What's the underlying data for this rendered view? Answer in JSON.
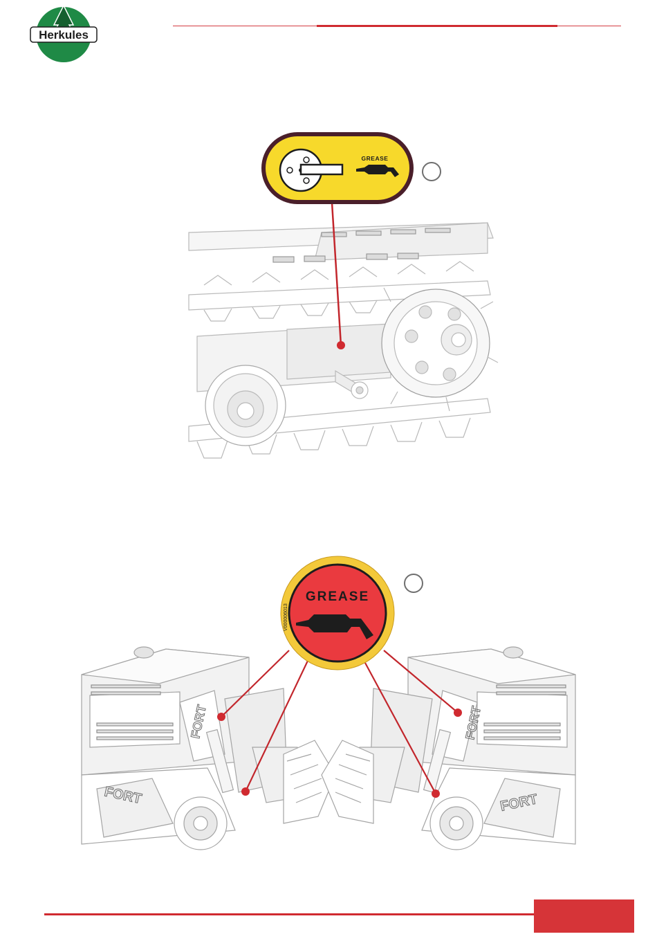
{
  "brand": {
    "logo_text": "Herkules",
    "green": "#1f8a46",
    "dark_green": "#155f2f",
    "accent_red": "#d02a30"
  },
  "top_label": {
    "text": "GREASE",
    "fill": "#f7d92b",
    "border": "#4a1f2a"
  },
  "bottom_label": {
    "text": "GREASE",
    "part_number": "V000006013",
    "fill": "#ea3a3f",
    "ring": "#f3c93a"
  },
  "footer": {
    "page_tab_color": "#d63438"
  }
}
